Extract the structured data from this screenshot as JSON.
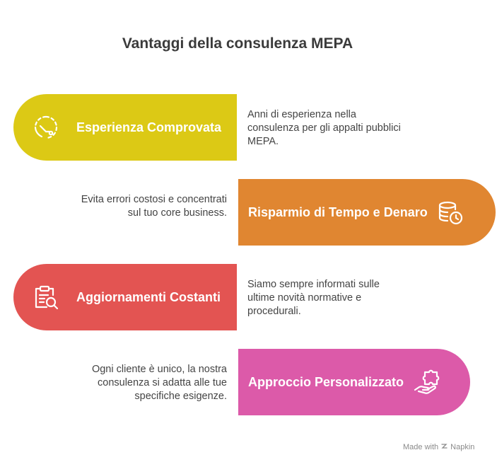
{
  "title": "Vantaggi della consulenza MEPA",
  "items": [
    {
      "label": "Esperienza Comprovata",
      "description": "Anni di esperienza nella consulenza per gli appalti pubblici MEPA.",
      "color": "#DCC915",
      "icon": "clock-rotate-icon"
    },
    {
      "label": "Risparmio di Tempo e Denaro",
      "description": "Evita errori costosi e concentrati sul tuo core business.",
      "color": "#E08631",
      "icon": "coins-clock-icon"
    },
    {
      "label": "Aggiornamenti Costanti",
      "description": "Siamo sempre informati sulle ultime novità normative e procedurali.",
      "color": "#E35452",
      "icon": "clipboard-search-icon"
    },
    {
      "label": "Approccio Personalizzato",
      "description": "Ogni cliente è unico, la nostra consulenza si adatta alle tue specifiche esigenze.",
      "color": "#DC5AA9",
      "icon": "hand-puzzle-icon"
    }
  ],
  "footer": {
    "made_with": "Made with",
    "brand": "Napkin"
  }
}
